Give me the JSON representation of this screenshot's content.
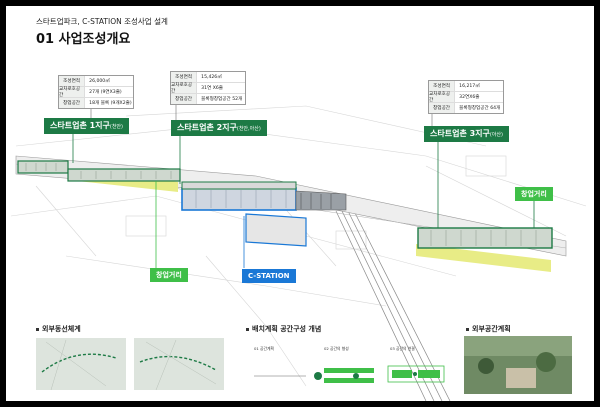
{
  "header": {
    "supertitle": "스타트업파크, C-STATION 조성사업 설계",
    "title": "01 사업조성개요"
  },
  "info_boxes": [
    {
      "rows": [
        {
          "k": "조성면적",
          "v": "26,000㎡"
        },
        {
          "k": "교차로호공간",
          "v": "27개 (9연X3줄)"
        },
        {
          "k": "창업공간",
          "v": "18개 블록 (9개X2줄)"
        }
      ]
    },
    {
      "rows": [
        {
          "k": "조성면적",
          "v": "15,426㎡"
        },
        {
          "k": "교차로호공간",
          "v": "31연 X6줄"
        },
        {
          "k": "창업공간",
          "v": "블록형창업공간 52개"
        }
      ]
    },
    {
      "rows": [
        {
          "k": "조성면적",
          "v": "16,217㎡"
        },
        {
          "k": "교차로호공간",
          "v": "32연X6줄"
        },
        {
          "k": "창업공간",
          "v": "블록형창업공간 64개"
        }
      ]
    }
  ],
  "labels": {
    "zone1": "스타트업촌 1지구",
    "zone1_sub": "(천안)",
    "zone2": "스타트업촌 2지구",
    "zone2_sub": "(천안,아산)",
    "zone3": "스타트업촌 3지구",
    "zone3_sub": "(아산)",
    "street_right": "창업거리",
    "street_left": "창업거리",
    "cstation": "C-STATION"
  },
  "sections": {
    "external": "외부동선체계",
    "layout": "배치계획  공간구성 개념",
    "exterior": "외부공간계획"
  },
  "layout_steps": [
    "01 공간계획",
    "02 공간의 형성",
    "03 공간의 연결"
  ],
  "colors": {
    "dark_green": "#1d7a45",
    "light_green": "#3fbf48",
    "blue": "#1a78d6",
    "yellow": "#e8ec86"
  }
}
